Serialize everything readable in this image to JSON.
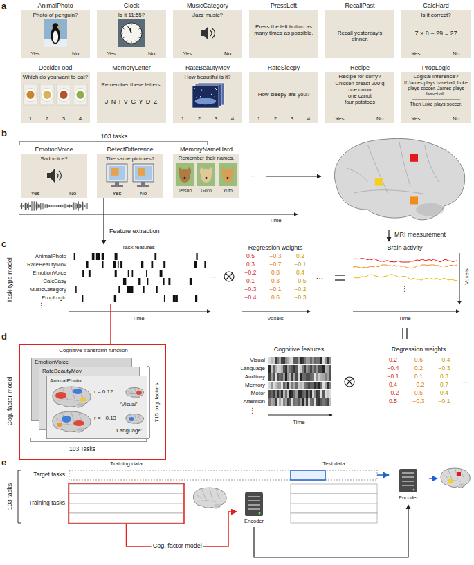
{
  "diagram": {
    "nodes": [
      {
        "text": [
          "AnimalPhoto",
          "Photo of penguin?",
          "Yes",
          "No"
        ]
      },
      {
        "text": [
          "Clock",
          "Is it 11:55?",
          "Yes",
          "No"
        ]
      },
      {
        "text": [
          "MusicCategory",
          "Jazz music?",
          "Yes",
          "No"
        ]
      },
      {
        "text": [
          "PressLeft",
          "Press the left button as many times as possible."
        ]
      },
      {
        "text": [
          "RecallPast",
          "Recall yesterday's dinner."
        ]
      },
      {
        "text": [
          "CalcHard",
          "Is it correct?",
          "7 × 8 − 29 = 27",
          "Yes",
          "No"
        ]
      },
      {
        "text": [
          "DecideFood",
          "Which do you want to eat?",
          "1",
          "2",
          "3",
          "4"
        ]
      },
      {
        "text": [
          "MemoryLetter",
          "Remember these letters.",
          "J N I V G Y D Z"
        ]
      },
      {
        "text": [
          "RateBeautyMov",
          "How beautiful is it?",
          "1",
          "2",
          "3",
          "4"
        ]
      },
      {
        "text": [
          "RateSleepy",
          "How sleepy are you?",
          "1",
          "2",
          "3",
          "4"
        ]
      },
      {
        "text": [
          "Recipe",
          "Recipe for curry?",
          "Chicken breast 200 g",
          "one onion",
          "one carrot",
          "four potatoes",
          "Yes",
          "No"
        ]
      },
      {
        "text": [
          "PropLogic",
          "Logical inference?",
          "If James plays baseball, Luke plays soccer. James plays baseball.",
          "Then Luke plays soccer.",
          "Yes",
          "No"
        ]
      },
      {
        "text": [
          "EmotionVoice",
          "Sad voice?",
          "Yes",
          "No"
        ]
      },
      {
        "text": [
          "DetectDifference",
          "The same pictures?",
          "Yes",
          "No"
        ]
      },
      {
        "text": [
          "MemoryNameHard",
          "Remember their names.",
          "Tetsuo",
          "Goro",
          "Yuto"
        ]
      },
      {
        "text": [
          "Task features"
        ]
      },
      {
        "text": [
          "Cognitive transform function",
          "103 Tasks",
          "715 cog. factors"
        ]
      },
      {
        "text": [
          "EmotionVoice"
        ],
        "in": 16
      },
      {
        "text": [
          "RateBeautyMov"
        ],
        "in": 16
      },
      {
        "text": [
          "AnimalPhoto",
          "r = 0.12",
          "‘Visual’",
          "r = −0.13",
          "‘Language’"
        ],
        "in": 16
      },
      {
        "text": [
          "Training data"
        ]
      },
      {
        "text": [
          "Test data"
        ]
      },
      {
        "text": [
          "Encoder"
        ]
      },
      {
        "text": [
          "Encoder"
        ]
      }
    ],
    "edges": [
      {
        "from": 13,
        "to": 15,
        "arrow": "to",
        "label": "Feature extraction"
      },
      {
        "from": 15,
        "to": 16,
        "arrow": "none"
      },
      {
        "from": 20,
        "to": 22,
        "arrow": "to",
        "label": "Cog. factor model"
      },
      {
        "from": 22,
        "to": 23,
        "arrow": "to"
      },
      {
        "from": 21,
        "to": 23,
        "arrow": "to"
      }
    ],
    "labels": [
      "a",
      "b",
      "c",
      "d",
      "e",
      "103 tasks",
      "···",
      "Time",
      "MRI measurement",
      "Task-type model",
      "AnimalPhoto",
      "RateBeautyMov",
      "EmotionVoice",
      "CalcEasy",
      "MusicCategory",
      "PropLogic",
      "⋮",
      "···",
      "Time",
      "Regression weights",
      "0.5",
      "−0.3",
      "0.2",
      "0.3",
      "−0.7",
      "−0.1",
      "−0.2",
      "0.8",
      "0.4",
      "0.1",
      "0.3",
      "−0.5",
      "−0.3",
      "−0.1",
      "−0.2",
      "−0.4",
      "0.6",
      "−0.3",
      "···",
      "Voxels",
      "Brain activity",
      "⋮",
      "Time",
      "Voxels",
      "Cog. factor model",
      "Cognitive features",
      "Visual",
      "Language",
      "Auditory",
      "Memory",
      "Motor",
      "Attention",
      "⋮",
      "Time",
      "Regression weights",
      "0.2",
      "0.6",
      "−0.4",
      "−0.4",
      "0.2",
      "−0.3",
      "−0.1",
      "0.1",
      "0.3",
      "0.4",
      "−0.2",
      "0.7",
      "−0.2",
      "0.5",
      "0.4",
      "0.5",
      "−0.3",
      "−0.1",
      "···",
      "103 tasks",
      "Target tasks",
      "Training tasks"
    ]
  }
}
